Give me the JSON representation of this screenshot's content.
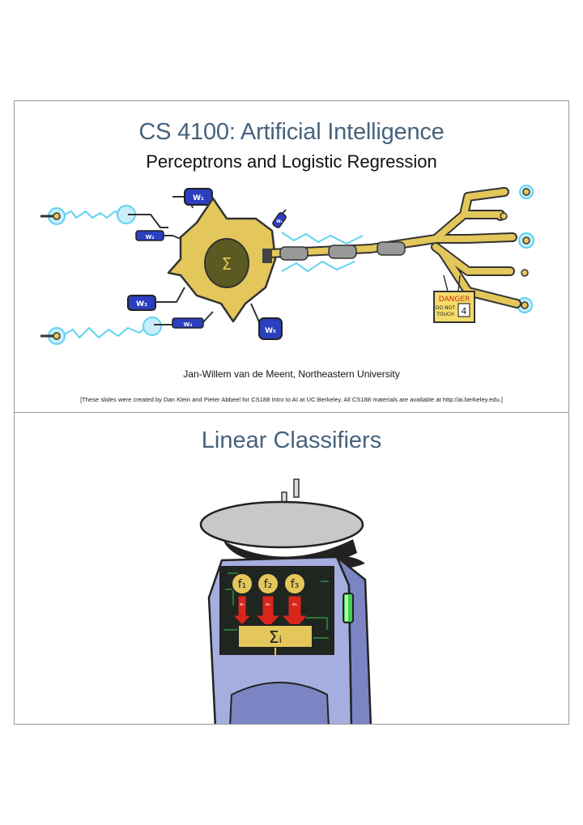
{
  "slide1": {
    "title": "CS 4100: Artificial Intelligence",
    "subtitle": "Perceptrons and Logistic Regression",
    "author": "Jan-Willem van de Meent, Northeastern University",
    "credits": "[These slides were created by Dan Klein and Pieter Abbeel for CS188 Intro to AI at UC Berkeley.  All CS188 materials are available at http://ai.berkeley.edu.]",
    "illustration": {
      "weights": [
        "W₁",
        "W₂",
        "W₃",
        "W₄",
        "W₅",
        "W₆"
      ],
      "sum_symbol": "Σ",
      "sign_line1": "DANGER",
      "sign_line2": "DO NOT",
      "sign_line3": "TOUCH",
      "sign_icon": "4"
    }
  },
  "slide2": {
    "title": "Linear Classifiers",
    "illustration": {
      "features": [
        "f₁",
        "f₂",
        "f₃"
      ],
      "weight_labels": [
        "w₁",
        "w₂",
        "w₃"
      ],
      "sum_symbol": "Σᵢ"
    }
  },
  "colors": {
    "title": "#47627d",
    "neuron": "#e3c75a",
    "weight": "#2b3fbf",
    "spark": "#5fd3f0",
    "robot_body": "#a6aee0",
    "arrow": "#d8261b",
    "led": "#3fd34a"
  }
}
